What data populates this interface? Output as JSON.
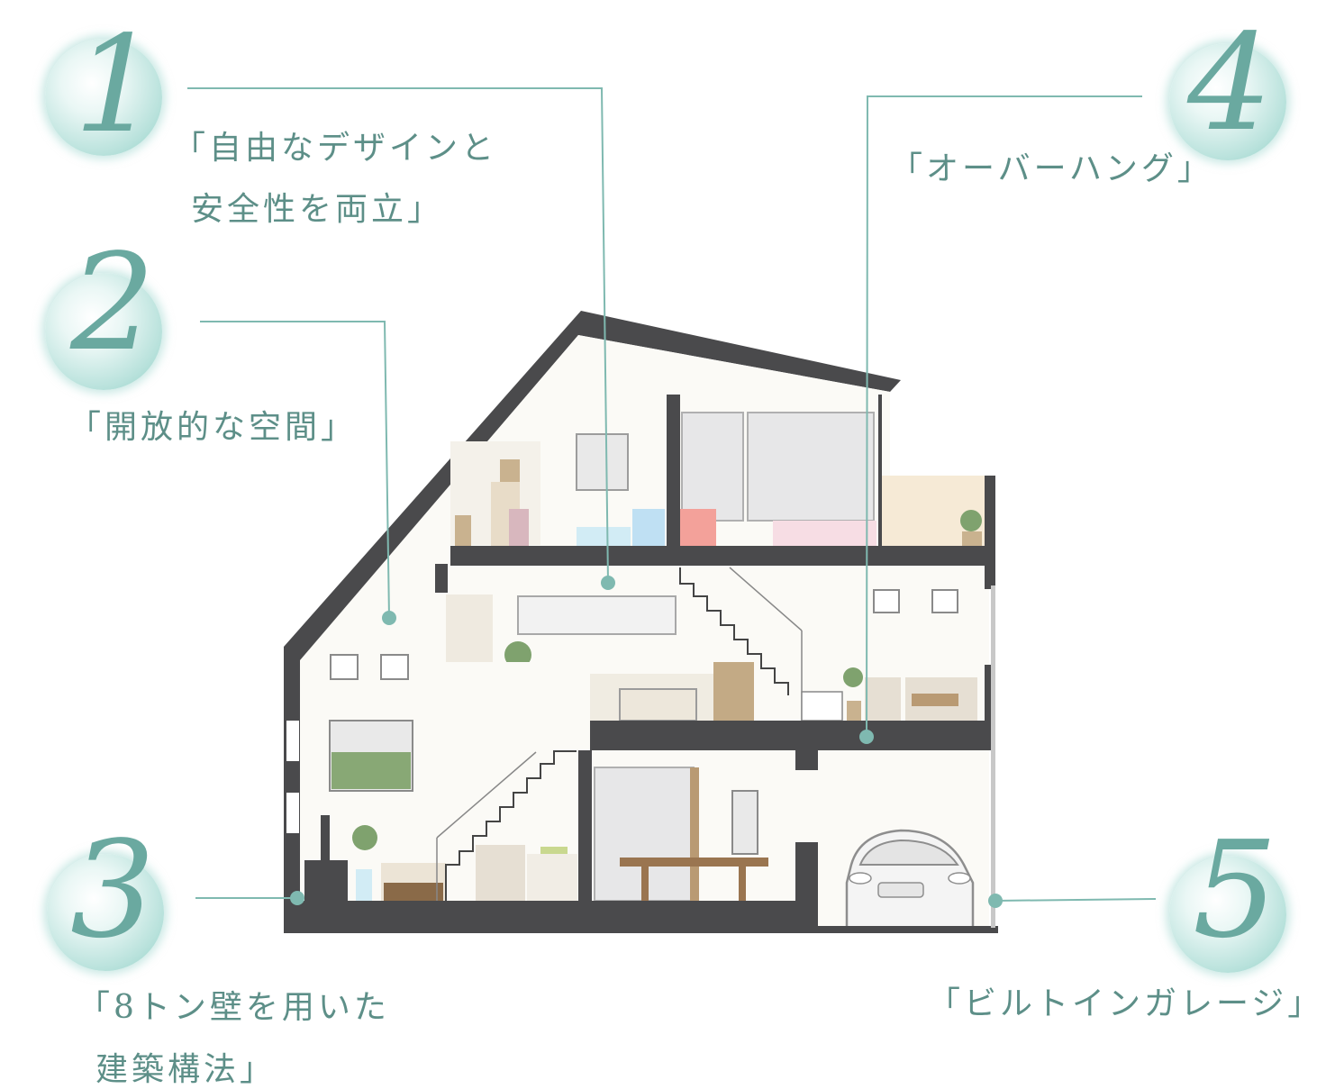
{
  "points": [
    {
      "number": "1",
      "label_lines": [
        "「自由なデザインと",
        "安全性を両立」"
      ]
    },
    {
      "number": "2",
      "label_lines": [
        "「開放的な空間」"
      ]
    },
    {
      "number": "3",
      "label_lines": [
        "「8トン壁を用いた",
        "建築構法」"
      ]
    },
    {
      "number": "4",
      "label_lines": [
        "「オーバーハング」"
      ]
    },
    {
      "number": "5",
      "label_lines": [
        "「ビルトインガレージ」"
      ]
    }
  ],
  "colors": {
    "accent": "#7fb9b0",
    "number": "#6aa9a0",
    "label": "#5d8f88",
    "structure": "#4a4a4c"
  }
}
